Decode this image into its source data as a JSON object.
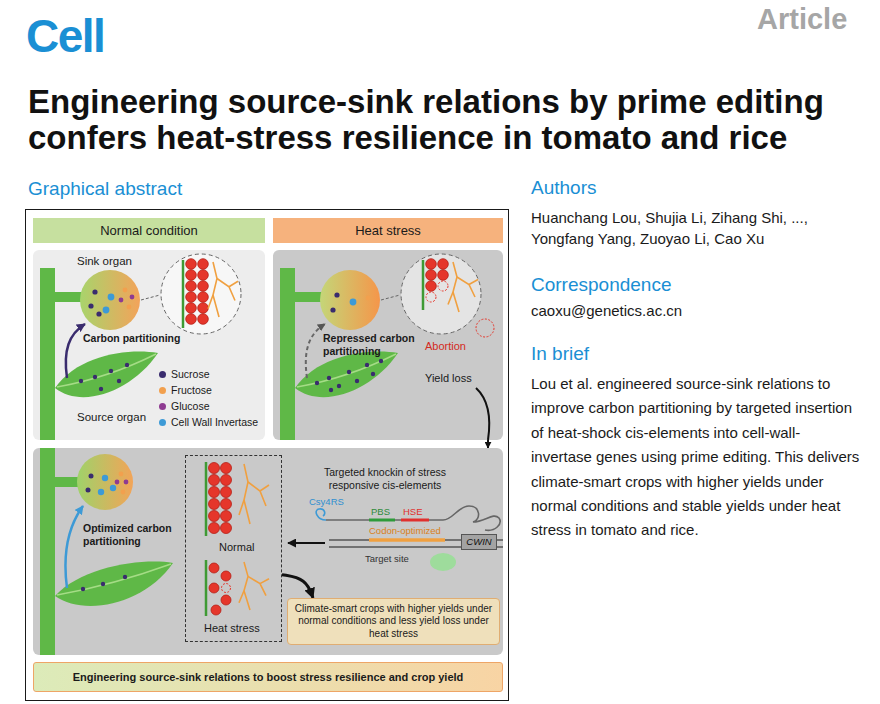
{
  "diagram": {
    "title": "Engineering source-sink relations by prime editing confers heat-stress resilience in tomato and rice",
    "nodes": [
      {
        "text": [
          "Graphical abstract"
        ]
      },
      {
        "text": [
          "Normal condition"
        ],
        "in": 0
      },
      {
        "text": [
          "Heat stress"
        ],
        "in": 0
      },
      {
        "text": [
          "Sink organ",
          "Carbon partitioning",
          "Source organ"
        ],
        "in": 0
      },
      {
        "text": [
          "Repressed carbon partitioning",
          "Abortion",
          "Yield loss"
        ],
        "in": 0
      },
      {
        "text": [
          "Optimized carbon partitioning",
          "Targeted knockin of stress responsive cis-elements"
        ],
        "in": 0
      },
      {
        "text": [
          "Normal",
          "Heat stress"
        ],
        "in": 5
      },
      {
        "text": [
          "CWIN"
        ],
        "in": 5
      },
      {
        "text": [
          "Climate-smart crops with higher yields under normal conditions and less yield loss under heat stress"
        ],
        "in": 5
      },
      {
        "text": [
          "Engineering source-sink relations to boost stress resilience and crop yield"
        ],
        "in": 0
      }
    ],
    "edges": [
      {
        "from": 4,
        "to": 5,
        "arrow": "to"
      },
      {
        "from": 6,
        "to": 8,
        "arrow": "to"
      }
    ],
    "labels": [
      "Cell",
      "Article",
      "Authors",
      "Huanchang Lou, Shujia Li, Zihang Shi, ..., Yongfang Yang, Zuoyao Li, Cao Xu",
      "Correspondence",
      "caoxu@genetics.ac.cn",
      "In brief",
      "Lou et al. engineered source-sink relations to improve carbon partitioning by targeted insertion of heat-shock cis-elements into cell-wall-invertase genes using prime editing. This delivers climate-smart crops with higher yields under normal conditions and stable yields under heat stress in tomato and rice.",
      "Csy4RS",
      "PBS",
      "HSE",
      "Codon-optimized",
      "Target site"
    ],
    "legend": [
      {
        "text": "Sucrose",
        "color": "#3a2c6e"
      },
      {
        "text": "Fructose",
        "color": "#f2a04e"
      },
      {
        "text": "Glucose",
        "color": "#8e3b91"
      },
      {
        "text": "Cell Wall Invertase",
        "color": "#3d9ad6"
      }
    ]
  }
}
